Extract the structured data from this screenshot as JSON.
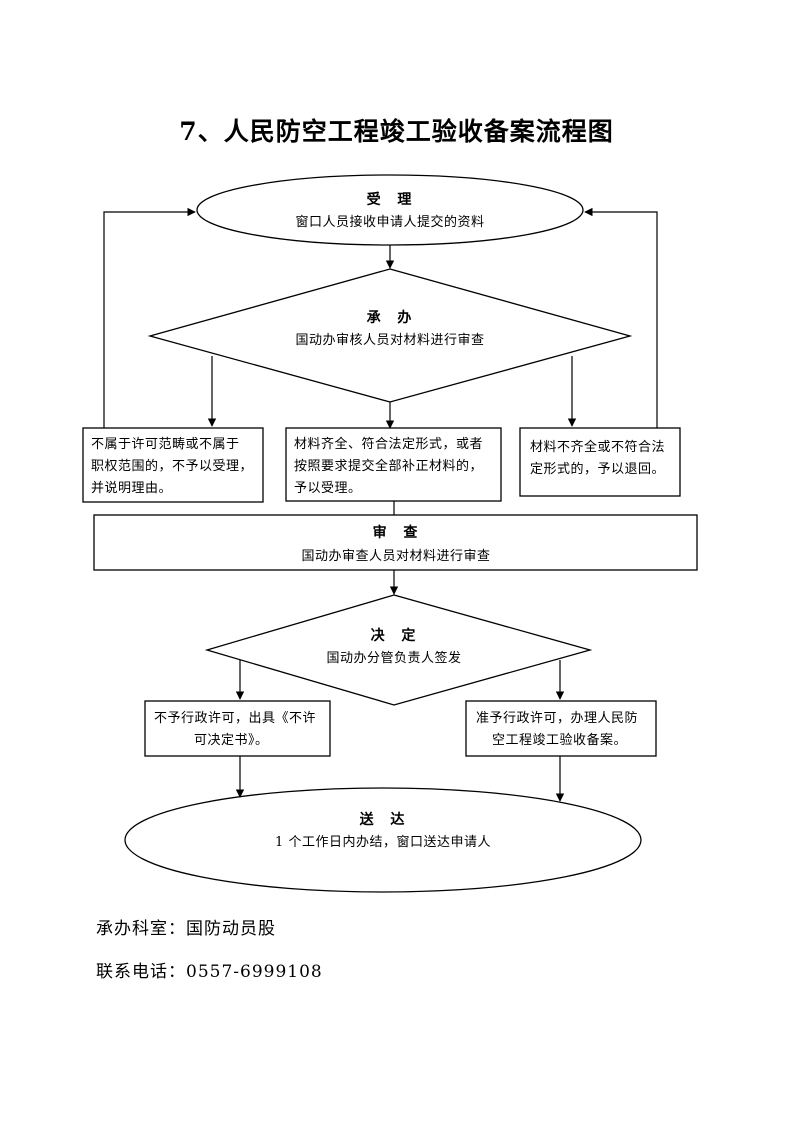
{
  "title": "7、人民防空工程竣工验收备案流程图",
  "nodes": {
    "accept": {
      "title": "受 理",
      "text": "窗口人员接收申请人提交的资料"
    },
    "handle": {
      "title": "承 办",
      "text": "国动办审核人员对材料进行审查"
    },
    "reject_scope": {
      "lines": [
        "不属于许可范畴或不属于",
        "职权范围的，不予以受理，",
        "并说明理由。"
      ]
    },
    "accept_ok": {
      "lines": [
        "材料齐全、符合法定形式，或者",
        "按照要求提交全部补正材料的，",
        "予以受理。"
      ]
    },
    "return_incomplete": {
      "lines": [
        "材料不齐全或不符合法",
        "定形式的，予以退回。"
      ]
    },
    "review": {
      "title": "审 查",
      "text": "国动办审查人员对材料进行审查"
    },
    "decide": {
      "title": "决 定",
      "text": "国动办分管负责人签发"
    },
    "deny": {
      "lines": [
        "不予行政许可，出具《不许",
        "可决定书》。"
      ]
    },
    "approve": {
      "lines": [
        "准予行政许可，办理人民防",
        "空工程竣工验收备案。"
      ]
    },
    "deliver": {
      "title": "送 达",
      "text": "1 个工作日内办结，窗口送达申请人"
    }
  },
  "footer": {
    "department": "承办科室：国防动员股",
    "phone": "联系电话：0557-6999108"
  }
}
